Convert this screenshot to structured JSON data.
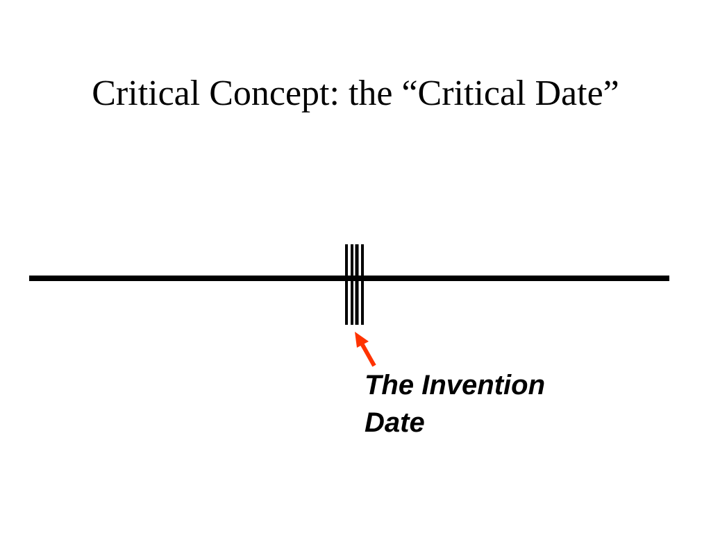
{
  "slide": {
    "title": "Critical Concept: the “Critical Date”"
  },
  "diagram": {
    "marker_label_line1": "The Invention",
    "marker_label_line2": "Date",
    "line_color": "#000000",
    "arrow_color": "#ff3300"
  }
}
